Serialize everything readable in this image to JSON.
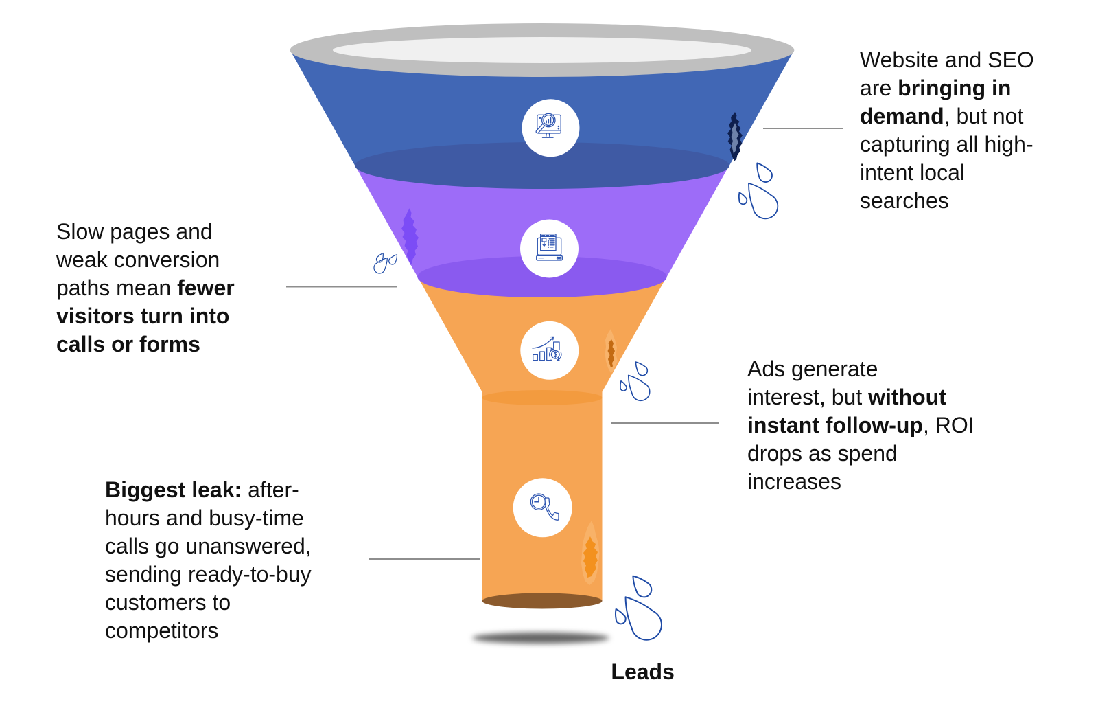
{
  "funnel": {
    "rim_color": "#bfbfbf",
    "opening_color": "#f0f0f0",
    "badge_color": "#ffffff",
    "stages": [
      {
        "icon": "monitor-search-analytics-icon",
        "color": "#4167b5",
        "divider_color": "#3f5aa4",
        "leak_icon": "leak-crack-icon",
        "leak_colors": [
          "#0e1f4e",
          "#6e82aa"
        ]
      },
      {
        "icon": "landing-page-download-icon",
        "color": "#9d6cf8",
        "divider_color": "#8a5aef",
        "leak_icon": "leak-crack-icon",
        "leak_colors": [
          "#7c4cf6"
        ]
      },
      {
        "icon": "ads-growth-dollar-icon",
        "color": "#f6a554",
        "leak_icon": "leak-crack-icon",
        "leak_colors": [
          "#f8b56e",
          "#c36a12"
        ]
      },
      {
        "icon": "clock-phone-call-icon",
        "color": "#f6a554",
        "top_color": "#f39b3f",
        "outlet_color": "#8b5a2d",
        "leak_icon": "leak-crack-icon",
        "leak_colors": [
          "#f8b46a",
          "#f3911e"
        ]
      }
    ],
    "output_label": "Leads"
  },
  "leak_drops": {
    "icon": "leak-drops-icon",
    "color": "#1f4ba6"
  },
  "icon_color": "#2f56b1",
  "connector_color": "#8e8e8e",
  "callouts": [
    {
      "stage": 0,
      "lines": [
        [
          {
            "text": "Website and SEO"
          }
        ],
        [
          {
            "text": "are "
          },
          {
            "text": "bringing in",
            "bold": true
          }
        ],
        [
          {
            "text": "demand",
            "bold": true
          },
          {
            "text": ", but not"
          }
        ],
        [
          {
            "text": "capturing all high-"
          }
        ],
        [
          {
            "text": "intent local"
          }
        ],
        [
          {
            "text": "searches"
          }
        ]
      ]
    },
    {
      "stage": 1,
      "lines": [
        [
          {
            "text": "Slow pages and"
          }
        ],
        [
          {
            "text": "weak conversion"
          }
        ],
        [
          {
            "text": "paths mean "
          },
          {
            "text": "fewer",
            "bold": true
          }
        ],
        [
          {
            "text": "visitors turn into",
            "bold": true
          }
        ],
        [
          {
            "text": "calls or forms",
            "bold": true
          }
        ]
      ]
    },
    {
      "stage": 2,
      "lines": [
        [
          {
            "text": "Ads generate"
          }
        ],
        [
          {
            "text": "interest, but "
          },
          {
            "text": "without",
            "bold": true
          }
        ],
        [
          {
            "text": "instant follow-up",
            "bold": true
          },
          {
            "text": ", ROI"
          }
        ],
        [
          {
            "text": "drops as spend"
          }
        ],
        [
          {
            "text": "increases"
          }
        ]
      ]
    },
    {
      "stage": 3,
      "lines": [
        [
          {
            "text": "Biggest leak:",
            "bold": true
          },
          {
            "text": " after-"
          }
        ],
        [
          {
            "text": "hours and busy-time"
          }
        ],
        [
          {
            "text": "calls go unanswered,"
          }
        ],
        [
          {
            "text": "sending ready-to-buy"
          }
        ],
        [
          {
            "text": "customers to"
          }
        ],
        [
          {
            "text": "competitors"
          }
        ]
      ]
    }
  ]
}
